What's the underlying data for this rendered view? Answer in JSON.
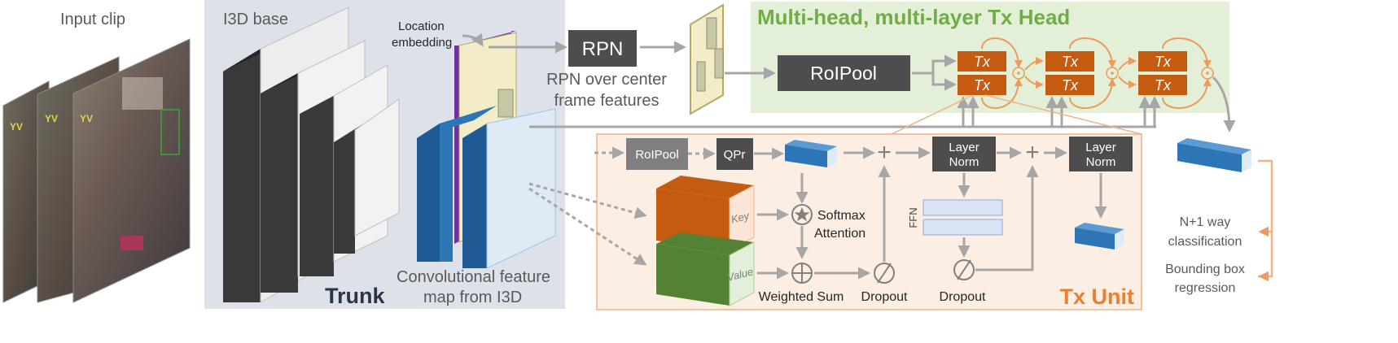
{
  "input": {
    "title": "Input clip"
  },
  "trunk": {
    "base_label": "I3D base",
    "loc_embed_1": "Location",
    "loc_embed_2": "embedding",
    "conv_map_1": "Convolutional feature",
    "conv_map_2": "map from I3D",
    "title": "Trunk"
  },
  "rpn": {
    "box_label": "RPN",
    "caption_1": "RPN over center",
    "caption_2": "frame features"
  },
  "head": {
    "title": "Multi-head, multi-layer Tx Head",
    "roipool": "RoIPool",
    "tx_label": "Tx"
  },
  "unit": {
    "title": "Tx Unit",
    "roipool": "RoIPool",
    "qpr": "QPr",
    "layer_norm_1": "Layer",
    "layer_norm_2": "Norm",
    "key": "Key",
    "value": "Value",
    "softmax_1": "Softmax",
    "softmax_2": "Attention",
    "ffn": "FFN",
    "weighted_sum": "Weighted Sum",
    "dropout": "Dropout"
  },
  "output": {
    "class_1": "N+1 way",
    "class_2": "classification",
    "bbox_1": "Bounding box",
    "bbox_2": "regression"
  },
  "colors": {
    "trunk_bg": "#dde2ea",
    "head_bg": "#e3f0d7",
    "unit_bg": "#fdeee4",
    "tx_orange": "#c55a11",
    "arrow_orange": "#ed9a5c",
    "dark_box": "#4d4d4d",
    "blue": "#2f6fae",
    "green_title": "#70ad47",
    "orange_title": "#ed7d31"
  }
}
